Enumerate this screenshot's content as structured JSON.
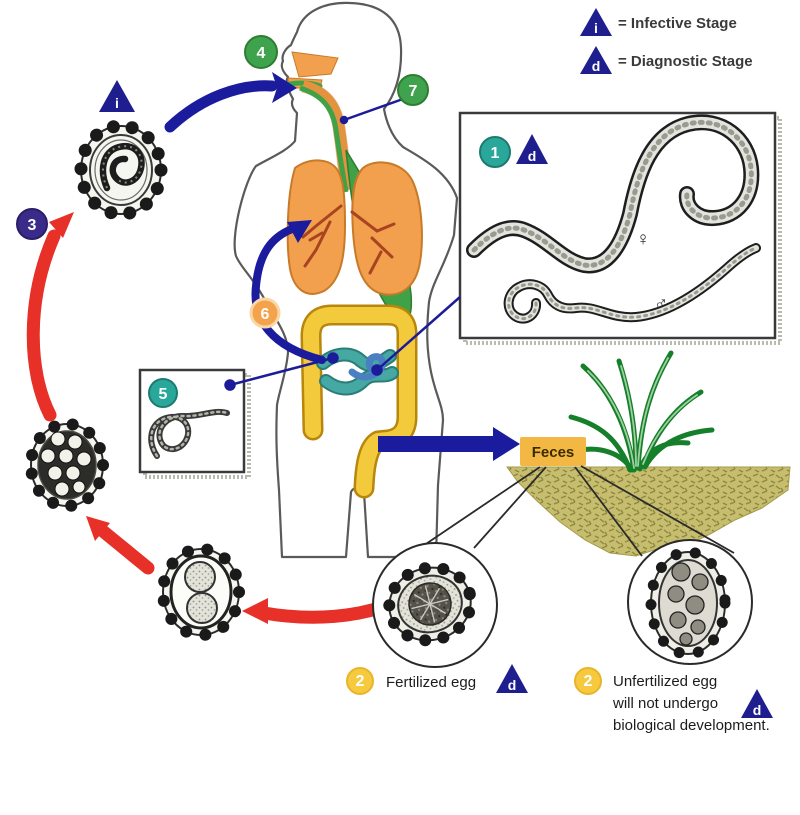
{
  "legend": {
    "infective_symbol": "i",
    "infective_label": "= Infective Stage",
    "diagnostic_symbol": "d",
    "diagnostic_label": "= Diagnostic Stage"
  },
  "markers": {
    "step1": "1",
    "step2": "2",
    "step3": "3",
    "step4": "4",
    "step5": "5",
    "step6": "6",
    "step7": "7"
  },
  "stage_symbols": {
    "infective": "i",
    "diagnostic": "d"
  },
  "worm_box": {
    "female_symbol": "♀",
    "male_symbol": "♂"
  },
  "feces": {
    "label": "Feces"
  },
  "egg_labels": {
    "fertilized": "Fertilized egg",
    "unfertilized_line1": "Unfertilized egg",
    "unfertilized_line2": "will not undergo",
    "unfertilized_line3": "biological development."
  },
  "colors": {
    "arrow_blue": "#1b1b9e",
    "arrow_red": "#e63028",
    "triangle_navy": "#1e1e8f",
    "marker_green": "#3fa24d",
    "marker_teal": "#2aa79b",
    "marker_orange": "#f4a24b",
    "marker_yellow": "#f6c93f",
    "marker_purple": "#3a2b8b",
    "feces_bg": "#f3b844",
    "soil": "#c6bd6e",
    "grass": "#157f2a",
    "lungs": "#f2a04e",
    "stomach_green": "#3fa246",
    "large_intestine": "#f4ca3d",
    "small_intestine": "#45a8a3"
  }
}
